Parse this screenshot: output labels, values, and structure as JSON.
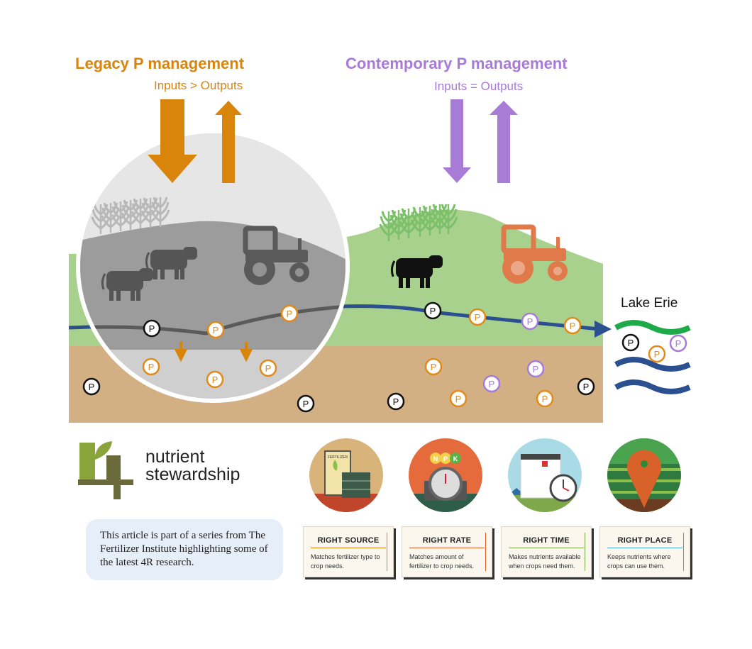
{
  "legacy": {
    "title": "Legacy P management",
    "subtitle": "Inputs > Outputs"
  },
  "contemporary": {
    "title": "Contemporary P management",
    "subtitle": "Inputs = Outputs"
  },
  "lake": {
    "label": "Lake Erie"
  },
  "marker_label": "P",
  "brand": {
    "line1": "nutrient",
    "line2": "stewardship"
  },
  "note": {
    "text": "This article is part of a series from The Fertilizer Institute highlighting some of the latest 4R research."
  },
  "icons": {
    "fertilizer_bag_text": "FERTILIZER",
    "npk": [
      "N",
      "P",
      "K"
    ]
  },
  "cards": [
    {
      "title": "RIGHT SOURCE",
      "desc": "Matches fertilizer type to crop needs.",
      "accent": "#d9850b"
    },
    {
      "title": "RIGHT RATE",
      "desc": "Matches amount of fertilizer to crop needs.",
      "accent": "#d9622b"
    },
    {
      "title": "RIGHT TIME",
      "desc": "Makes nutrients available when crops need them.",
      "accent": "#7aa84a"
    },
    {
      "title": "RIGHT PLACE",
      "desc": "Keeps nutrients where crops can use them.",
      "accent": "#4aa6c9"
    }
  ],
  "colors": {
    "legacy": "#d9850b",
    "contemporary": "#a77bd6",
    "river": "#2c4f8f",
    "soil": "#d3b083",
    "field": "#a9d18e",
    "lake_green": "#1faa4a"
  }
}
